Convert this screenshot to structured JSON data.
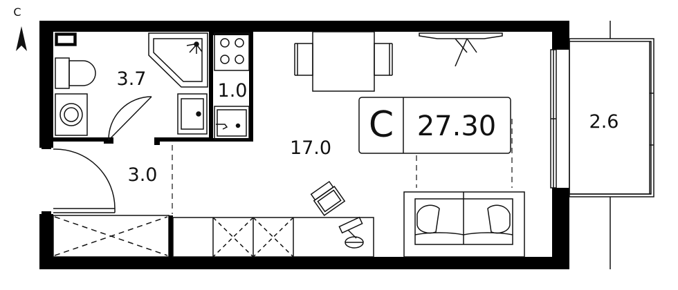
{
  "compass": {
    "label": "С"
  },
  "rooms": [
    {
      "id": "bathroom",
      "area": "3.7"
    },
    {
      "id": "wc",
      "area": "1.0"
    },
    {
      "id": "hallway",
      "area": "3.0"
    },
    {
      "id": "living",
      "area": "17.0"
    },
    {
      "id": "balcony",
      "area": "2.6"
    }
  ],
  "badge": {
    "type": "С",
    "total_area": "27.30"
  },
  "colors": {
    "wall": "#000000",
    "line": "#111111",
    "background": "#ffffff"
  }
}
